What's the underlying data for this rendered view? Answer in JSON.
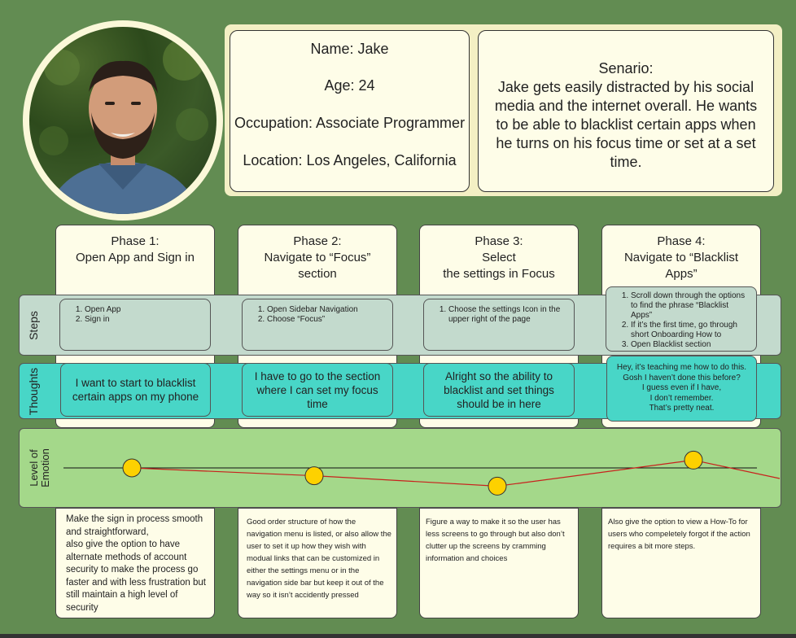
{
  "persona": {
    "name": "Name: Jake",
    "age": "Age: 24",
    "occupation": "Occupation: Associate Programmer",
    "location": "Location: Los Angeles, California"
  },
  "scenario": {
    "title": "Senario:",
    "text": "Jake gets easily distracted by his social media and the internet overall. He wants to be able to blacklist certain apps when he turns on his focus time or set at a set time."
  },
  "rows": {
    "steps": "Steps",
    "thoughts": "Thoughts",
    "emotion": "Level of\nEmotion"
  },
  "phases": [
    {
      "title": "Phase 1:\nOpen App and Sign in",
      "steps": [
        "Open App",
        "Sign in"
      ],
      "thought": "I want to start to blacklist certain apps on my phone",
      "note": "Make the sign in process smooth and straightforward,\nalso give the option to have alternate methods of account security to make the process go faster and with less frustration but still maintain a high level of security"
    },
    {
      "title": "Phase 2:\nNavigate to “Focus”\nsection",
      "steps": [
        "Open Sidebar Navigation",
        "Choose “Focus”"
      ],
      "thought": "I have to go to the section where I can set my focus time",
      "note": "Good order structure of how the navigation menu is listed, or also allow the user to set it up how they wish with modual links that can be customized in either the settings menu or in the navigation side bar but keep it out of the way so it isn’t accidently pressed"
    },
    {
      "title": "Phase 3:\nSelect\nthe settings in Focus",
      "steps": [
        "Choose the settings Icon in the upper right of the page"
      ],
      "thought": "Alright so the ability to blacklist and set things should be in here",
      "note": "Figure a way to make it so the user has less screens to go through but also don’t clutter up the screens by cramming information and choices"
    },
    {
      "title": "Phase 4:\nNavigate to “Blacklist\nApps”",
      "steps": [
        "Scroll down through the options to find the phrase “Blacklist Apps”",
        "If it’s the first time, go through short Onboarding How to",
        "Open Blacklist section"
      ],
      "thought": "Hey, it’s teaching me how to do this.\nGosh I haven’t done this before?\nI guess even if I have,\nI don’t remember.\nThat’s pretty neat.",
      "note": "Also give the option to view a How-To for users who compeletely forgot if the action requires a bit more steps."
    }
  ],
  "chart_data": {
    "type": "line",
    "x": [
      "Phase 1",
      "Phase 2",
      "Phase 3",
      "Phase 4"
    ],
    "series": [
      {
        "values": [
          0,
          -0.3,
          -0.7,
          0.3
        ]
      }
    ],
    "ylim": [
      -1,
      1
    ],
    "baseline": 0,
    "colors": {
      "line": "#c8211d",
      "marker": "#fdd100",
      "baseline": "#111111"
    }
  }
}
